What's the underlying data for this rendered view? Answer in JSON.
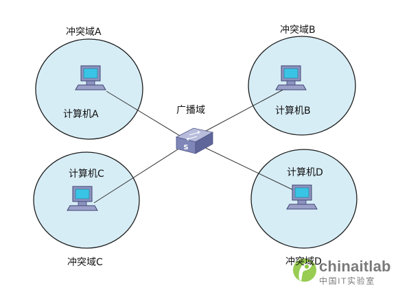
{
  "diagram": {
    "collision_domains": {
      "a": "冲突域A",
      "b": "冲突域B",
      "c": "冲突域C",
      "d": "冲突域D"
    },
    "computers": {
      "a": "计算机A",
      "b": "计算机B",
      "c": "计算机C",
      "d": "计算机D"
    },
    "broadcast_domain": "广播域",
    "switch_label": "S"
  },
  "watermark": {
    "brand": "chinaitlab",
    "subtitle": "中国IT实验室"
  },
  "colors": {
    "domain_fill": "#d7edf6",
    "domain_stroke": "#1a1a1a",
    "link": "#333333",
    "switch_top": "#b8bddc",
    "switch_front": "#7f86b8",
    "switch_side": "#5f669a",
    "computer_body": "#8c93c0",
    "computer_screen": "#39c4e6",
    "watermark_green": "#8dc63f"
  }
}
